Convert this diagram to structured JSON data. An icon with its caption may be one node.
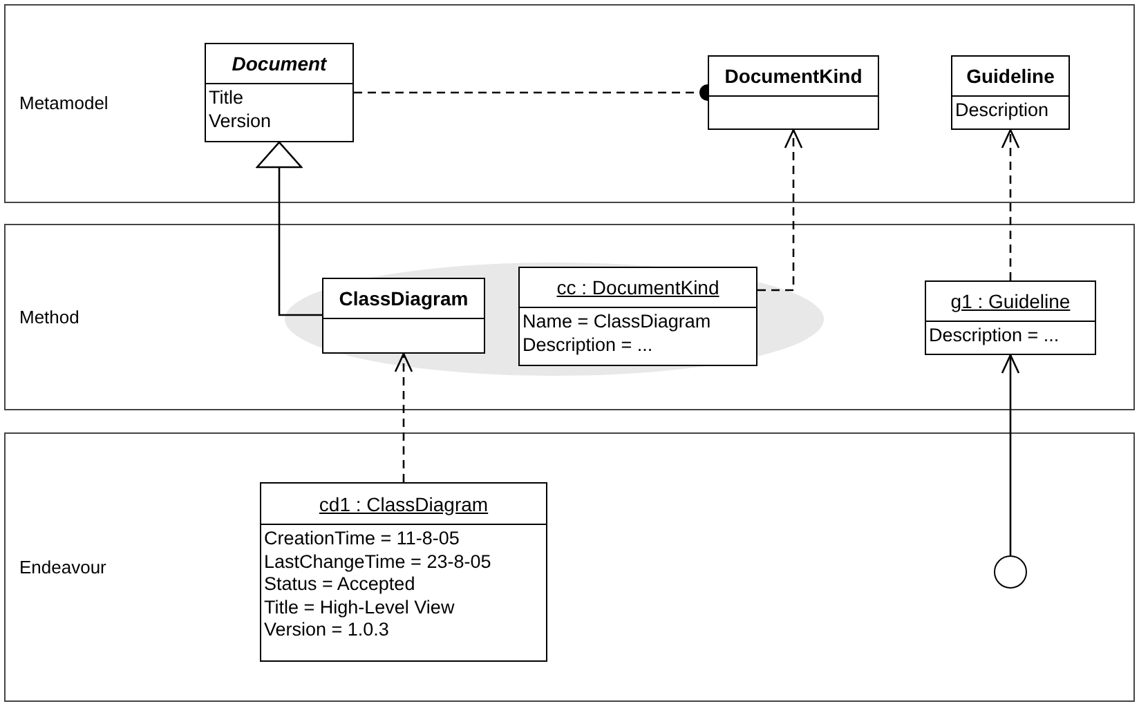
{
  "diagram": {
    "nodes": [
      {
        "text": [
          "Metamodel"
        ]
      },
      {
        "text": [
          "Document",
          "Title",
          "Version"
        ],
        "in": 0
      },
      {
        "text": [
          "DocumentKind"
        ],
        "in": 0
      },
      {
        "text": [
          "Guideline",
          "Description"
        ],
        "in": 0
      },
      {
        "text": [
          "Method"
        ]
      },
      {
        "text": [
          "ClassDiagram"
        ],
        "in": 4
      },
      {
        "text": [
          "cc : DocumentKind",
          "Name = ClassDiagram",
          "Description = ..."
        ],
        "in": 4
      },
      {
        "text": [
          "g1 : Guideline",
          "Description = ..."
        ],
        "in": 4
      },
      {
        "text": [
          "Endeavour"
        ]
      },
      {
        "text": [
          "cd1 : ClassDiagram",
          "CreationTime = 11-8-05",
          "LastChangeTime = 23-8-05",
          "Status = Accepted",
          "Title = High-Level View",
          "Version = 1.0.3"
        ],
        "in": 8
      },
      {
        "text": [],
        "shape": "circle",
        "in": 8
      }
    ],
    "edges": [
      {
        "from": 1,
        "to": 2,
        "arrow": "other",
        "style": "dashed"
      },
      {
        "from": 5,
        "to": 1,
        "arrow": "to"
      },
      {
        "from": 6,
        "to": 2,
        "arrow": "to",
        "style": "dashed"
      },
      {
        "from": 7,
        "to": 3,
        "arrow": "to",
        "style": "dashed"
      },
      {
        "from": 9,
        "to": 5,
        "arrow": "to",
        "style": "dashed"
      },
      {
        "from": 10,
        "to": 7,
        "arrow": "to"
      }
    ]
  }
}
